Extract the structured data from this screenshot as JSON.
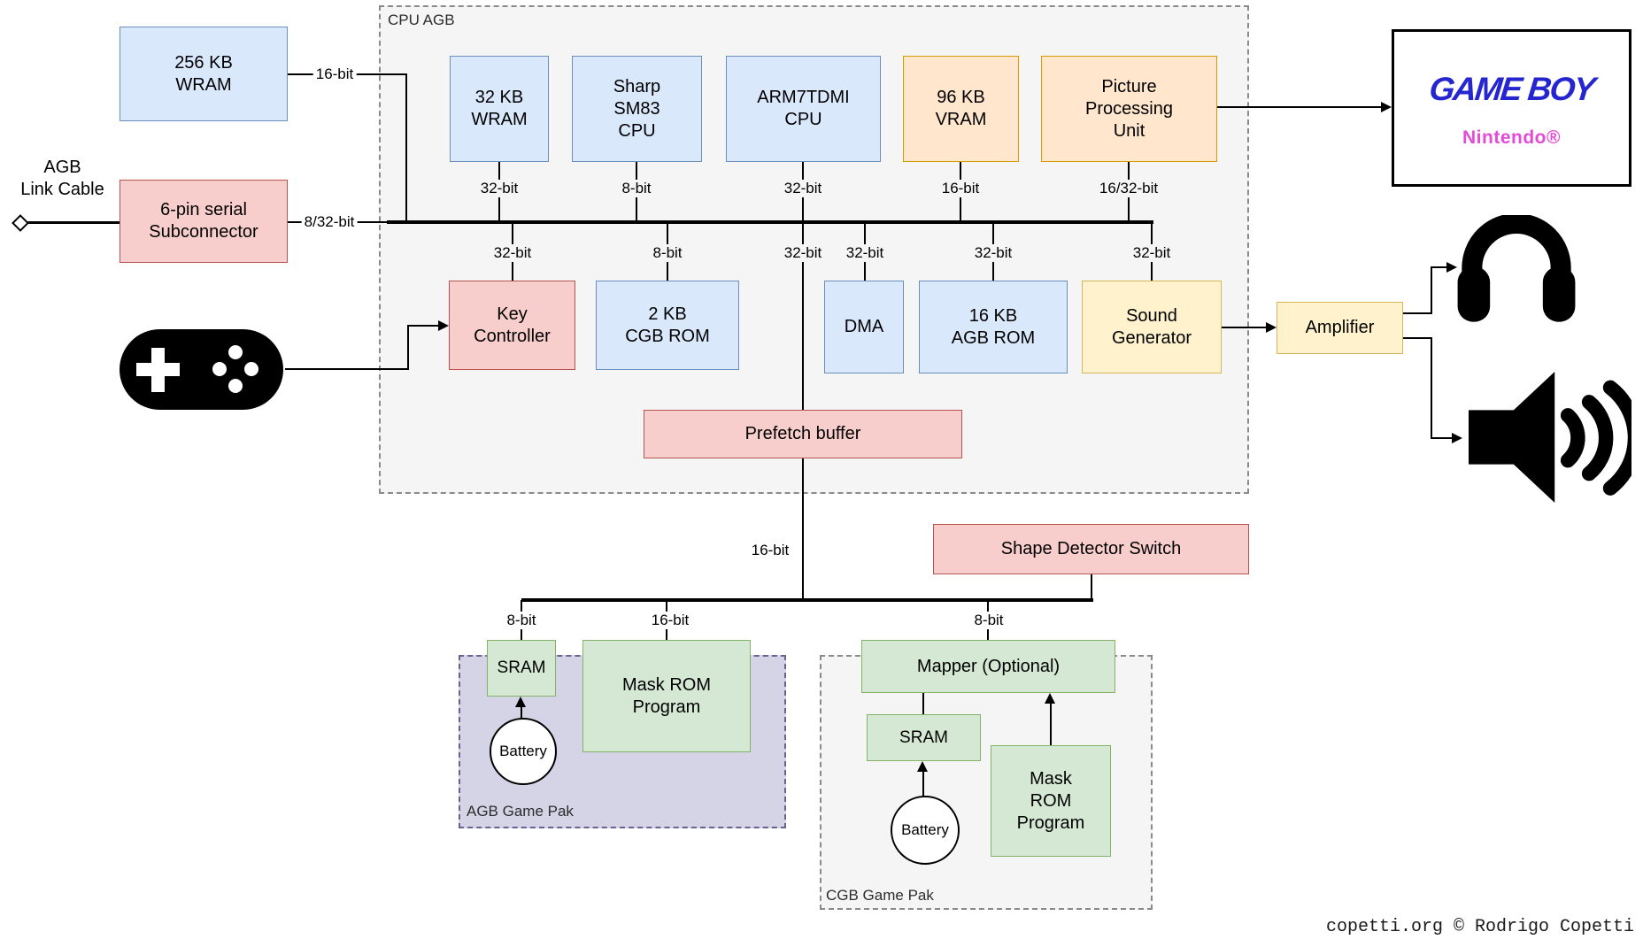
{
  "containers": {
    "cpu_agb": "CPU AGB",
    "agb_game_pak": "AGB Game Pak",
    "cgb_game_pak": "CGB Game Pak"
  },
  "boxes": {
    "wram256": "256 KB\nWRAM",
    "link_cable": "AGB\nLink Cable",
    "serial": "6-pin serial\nSubconnector",
    "wram32": "32 KB\nWRAM",
    "sm83": "Sharp\nSM83\nCPU",
    "arm7": "ARM7TDMI\nCPU",
    "vram96": "96 KB\nVRAM",
    "ppu": "Picture\nProcessing\nUnit",
    "key_controller": "Key\nController",
    "cgb_rom": "2 KB\nCGB ROM",
    "dma": "DMA",
    "agb_rom": "16 KB\nAGB ROM",
    "sound_generator": "Sound\nGenerator",
    "prefetch": "Prefetch buffer",
    "shape_detector": "Shape Detector Switch",
    "amplifier": "Amplifier",
    "sram_agb": "SRAM",
    "mask_rom_agb": "Mask ROM\nProgram",
    "battery_agb": "Battery",
    "mapper": "Mapper (Optional)",
    "sram_cgb": "SRAM",
    "mask_rom_cgb": "Mask\nROM\nProgram",
    "battery_cgb": "Battery"
  },
  "bus_labels": {
    "wram256_bus": "16-bit",
    "serial_bus": "8/32-bit",
    "wram32_bus": "32-bit",
    "sm83_bus": "8-bit",
    "arm7_bus": "32-bit",
    "vram96_bus": "16-bit",
    "ppu_bus": "16/32-bit",
    "key_bus": "32-bit",
    "cgb_rom_bus": "8-bit",
    "prefetch_bus_upper": "32-bit",
    "dma_bus": "32-bit",
    "agb_rom_bus": "32-bit",
    "sound_bus": "32-bit",
    "prefetch_bus_lower": "16-bit",
    "sram_agb_bus": "8-bit",
    "mask_rom_agb_bus": "16-bit",
    "mapper_bus": "8-bit"
  },
  "logo": {
    "gameboy": "GAME BOY",
    "nintendo": "Nintendo®"
  },
  "footer": "copetti.org © Rodrigo Copetti",
  "icons": {
    "gamepad": "gamepad-icon",
    "headphones": "headphones-icon",
    "speaker": "speaker-icon",
    "link_diamond": "diamond-connector-icon"
  },
  "colors": {
    "box_blue": "#dae8fc",
    "box_blue_border": "#6c8ebf",
    "box_red": "#f8cecc",
    "box_red_border": "#b85450",
    "box_orange": "#ffe6cc",
    "box_orange_border": "#d79b00",
    "box_yellow": "#fff2cc",
    "box_yellow_border": "#d6b656",
    "box_green": "#d5e8d4",
    "box_green_border": "#82b366",
    "pak_purple": "#d5d3e6",
    "group_gray": "#f5f5f5",
    "gameboy_blue": "#2526cf",
    "nintendo_magenta": "#e44bd7",
    "line_black": "#000000"
  }
}
